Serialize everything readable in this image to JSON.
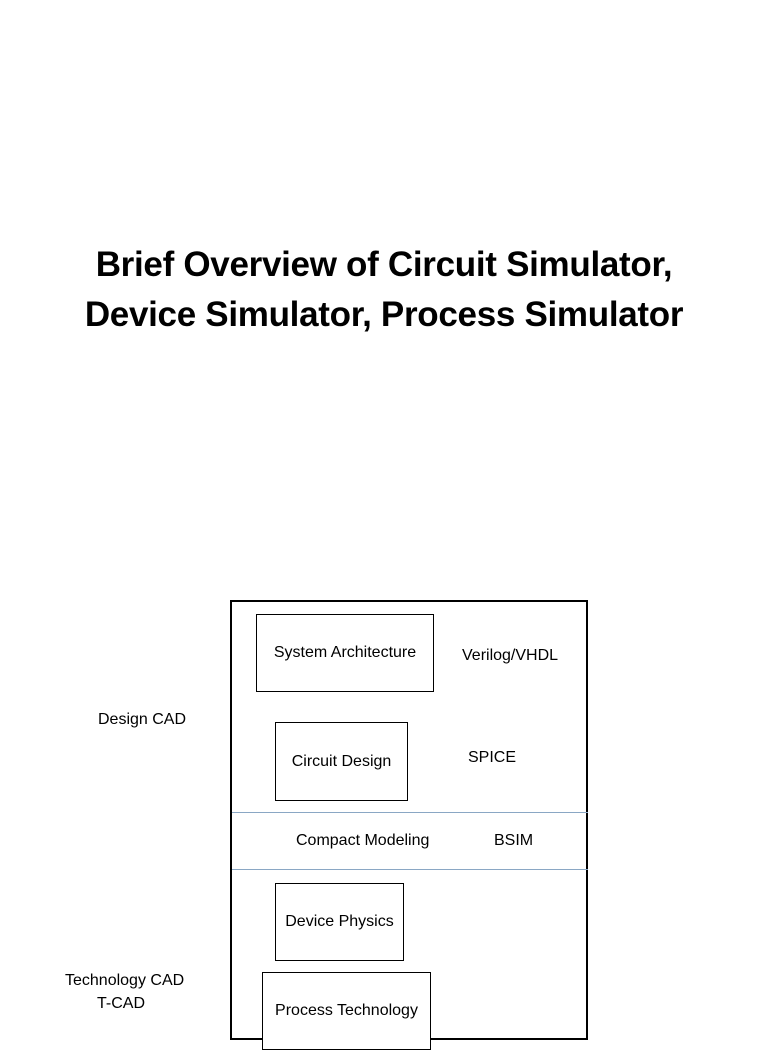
{
  "title": {
    "line1": "Brief Overview of Circuit Simulator,",
    "line2": "Device Simulator, Process Simulator"
  },
  "side_labels": {
    "design_cad": "Design CAD",
    "technology_cad": "Technology CAD",
    "tcad": "T-CAD"
  },
  "boxes": {
    "system_architecture": "System Architecture",
    "circuit_design": "Circuit Design",
    "device_physics": "Device Physics",
    "process_technology": "Process Technology"
  },
  "tools": {
    "verilog_vhdl": "Verilog/VHDL",
    "spice": "SPICE",
    "bsim": "BSIM"
  },
  "compact_modeling": "Compact Modeling"
}
